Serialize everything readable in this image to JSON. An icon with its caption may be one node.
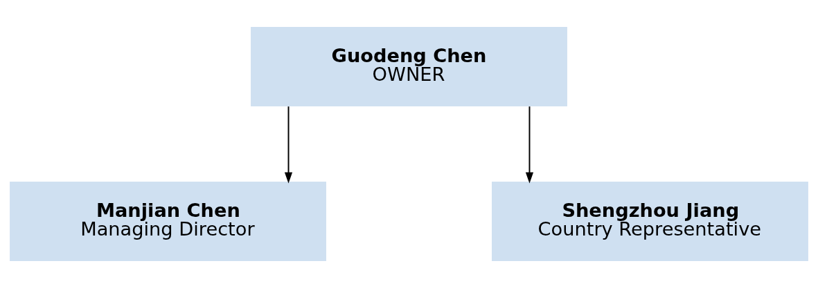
{
  "diagram": {
    "nodes": [
      {
        "text": [
          "Guodeng Chen",
          "OWNER"
        ]
      },
      {
        "text": [
          "Manjian Chen",
          "Managing Director"
        ]
      },
      {
        "text": [
          "Shengzhou Jiang",
          "Country Representative"
        ]
      }
    ],
    "edges": [
      {
        "from": 0,
        "to": 1,
        "arrow": "to"
      },
      {
        "from": 0,
        "to": 2,
        "arrow": "to"
      }
    ]
  }
}
